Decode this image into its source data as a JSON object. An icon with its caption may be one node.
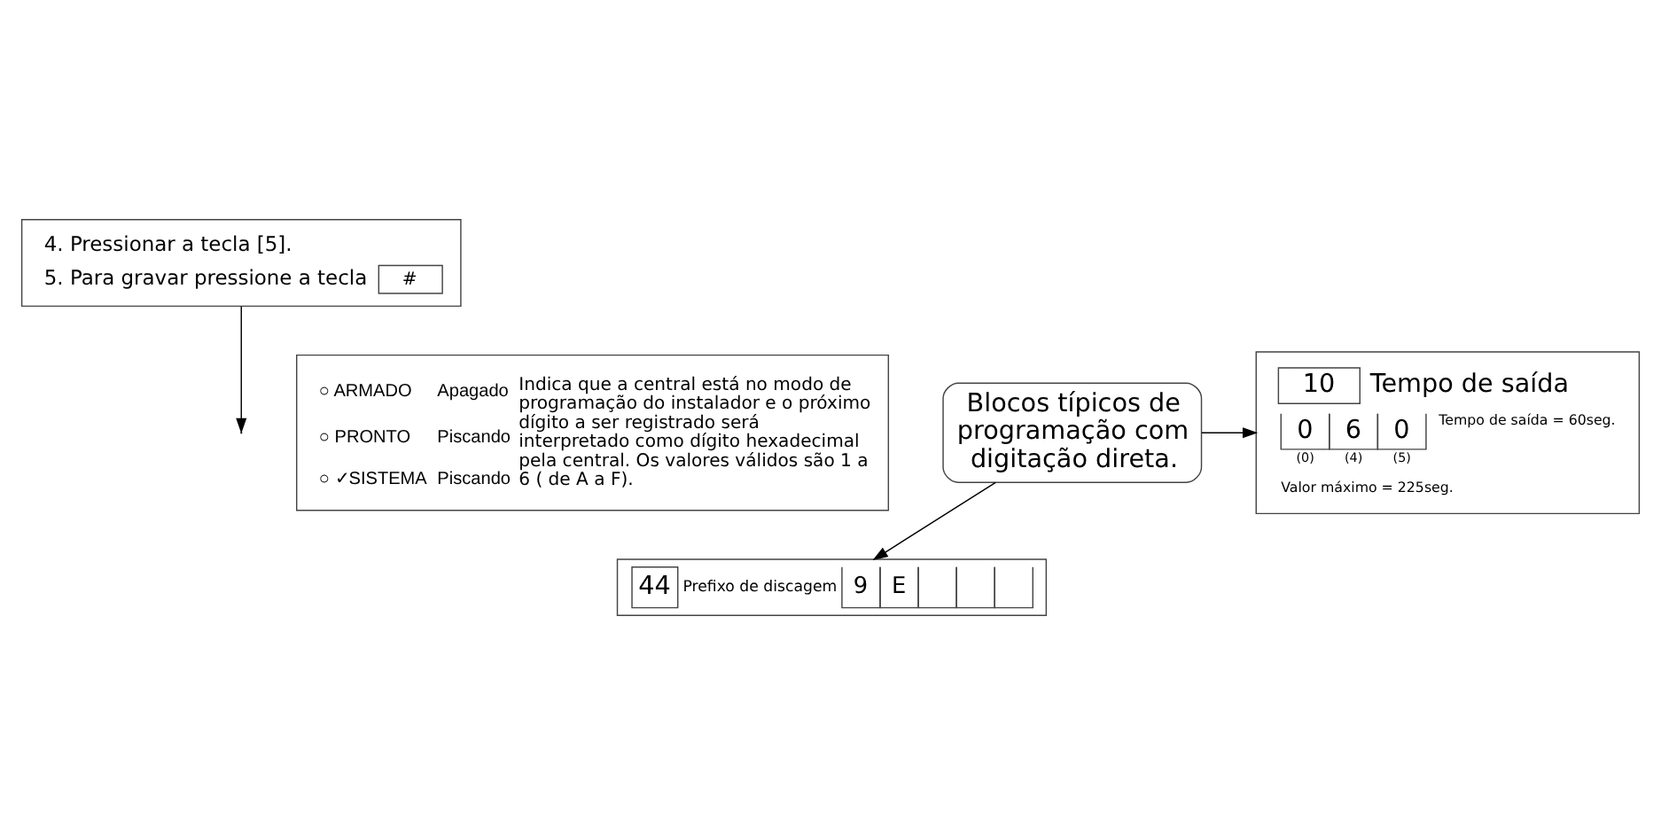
{
  "diagram": {
    "nodes": [
      {
        "text": [
          "4. Pressionar a tecla [5].",
          "5. Para gravar pressione a tecla",
          "#"
        ]
      },
      {
        "text": [
          "○ ARMADO",
          "Apagado",
          "○ PRONTO",
          "Piscando",
          "○ ✓SISTEMA",
          "Piscando",
          "Indica que a central está no modo de programação do instalador e o próximo dígito a ser registrado será interpretado como dígito hexadecimal pela central. Os valores válidos são 1 a 6 ( de A a F)."
        ]
      },
      {
        "text": [
          "10",
          "Tempo de saída",
          "0",
          "6",
          "0",
          "(0)",
          "(4)",
          "(5)",
          "Tempo de saída = 60seg.",
          "Valor máximo = 225seg."
        ]
      },
      {
        "text": [
          "44",
          "Prefixo de discagem",
          "9",
          "E"
        ]
      },
      {
        "text": [
          "Blocos típicos de programação com digitação direta."
        ]
      }
    ],
    "edges": [
      {
        "from": 0,
        "to": null,
        "arrow": "to"
      },
      {
        "from": 4,
        "to": 2,
        "arrow": "to"
      },
      {
        "from": 4,
        "to": 3,
        "arrow": "to"
      }
    ]
  }
}
